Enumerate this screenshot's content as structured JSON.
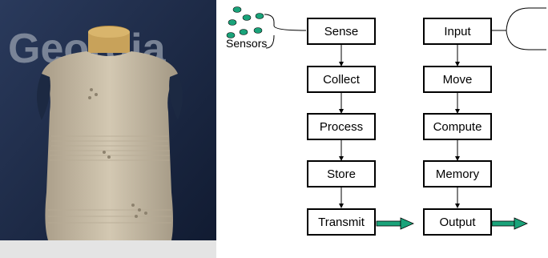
{
  "photo": {
    "description_icon": "garment-on-mannequin-photo",
    "background_text": "Georgia",
    "colors": {
      "backdrop": "#1b2a4a",
      "garment": "#cbbfa8",
      "neck": "#c8a25a"
    }
  },
  "diagram": {
    "sensors_label": "Sensors",
    "left_column": [
      "Sense",
      "Collect",
      "Process",
      "Store",
      "Transmit"
    ],
    "right_column": [
      "Input",
      "Move",
      "Compute",
      "Memory",
      "Output"
    ],
    "colors": {
      "sensor_dot": "#1aa37a",
      "output_arrow": "#1aa37a"
    }
  }
}
